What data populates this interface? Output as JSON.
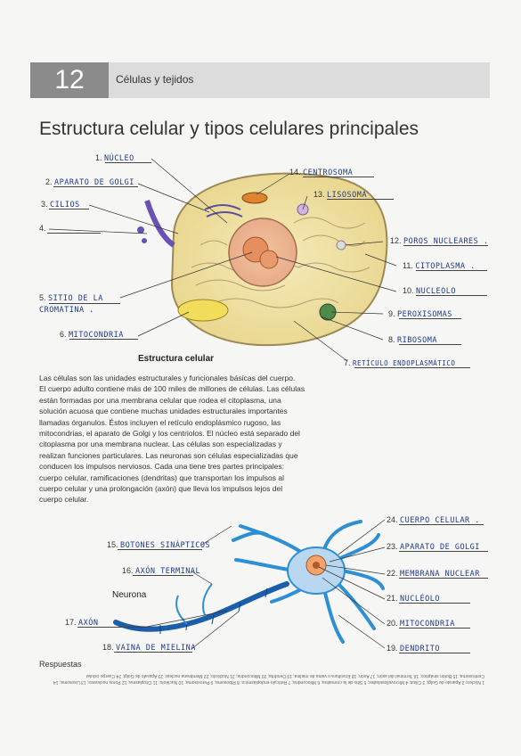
{
  "header": {
    "chapter_number": "12",
    "chapter_title": "Células y tejidos"
  },
  "title": "Estructura celular y tipos celulares principales",
  "cell_diagram": {
    "caption": "Estructura celular",
    "labels": [
      {
        "n": "1.",
        "answer": "NÚCLEO"
      },
      {
        "n": "2.",
        "answer": "APARATO DE GOLGI"
      },
      {
        "n": "3.",
        "answer": "CILIOS"
      },
      {
        "n": "4.",
        "answer": ""
      },
      {
        "n": "5.",
        "answer": "SITIO DE LA CROMATINA ."
      },
      {
        "n": "6.",
        "answer": "MITOCONDRIA"
      },
      {
        "n": "7.",
        "answer": "RETÍCULO ENDOPLASMÁTICO"
      },
      {
        "n": "8.",
        "answer": "RIBOSOMA"
      },
      {
        "n": "9.",
        "answer": "PEROXISOMAS"
      },
      {
        "n": "10.",
        "answer": "NUCLEOLO"
      },
      {
        "n": "11.",
        "answer": "CITOPLASMA ."
      },
      {
        "n": "12.",
        "answer": "POROS NUCLEARES ."
      },
      {
        "n": "13.",
        "answer": "LISOSOMA"
      },
      {
        "n": "14.",
        "answer": "CENTROSOMA"
      }
    ]
  },
  "body_text": {
    "p1": "Las células son las unidades estructurales y funcionales básicas del cuerpo.",
    "p2": "El cuerpo adulto contiene más de 100 miles de millones de células. Las células están formadas por una membrana celular que rodea el citoplasma, una solución acuosa que contiene muchas unidades estructurales importantes llamadas órganulos. Éstos incluyen el retículo endoplásmico rugoso, las mitocondrias, el aparato de Golgi y los centriolos. El núcleo está separado del citoplasma por una membrana nuclear. Las células son especializadas y realizan funciones particulares. Las neuronas son células especializadas que conducen los impulsos nerviosos. Cada una tiene tres partes principales: cuerpo celular, ramificaciones (dendritas) que transportan los impulsos al cuerpo celular y una prolongación (axón) que lleva los impulsos lejos del cuerpo celular."
  },
  "neuron_diagram": {
    "caption": "Neurona",
    "labels": [
      {
        "n": "15.",
        "answer": "BOTONES SINÁPTICOS"
      },
      {
        "n": "16.",
        "answer": "AXÓN TERMINAL"
      },
      {
        "n": "17.",
        "answer": "AXÓN"
      },
      {
        "n": "18.",
        "answer": "VAINA DE MIELINA"
      },
      {
        "n": "19.",
        "answer": "DENDRITO"
      },
      {
        "n": "20.",
        "answer": "MITOCONDRIA"
      },
      {
        "n": "21.",
        "answer": "NUCLÉOLO"
      },
      {
        "n": "22.",
        "answer": "MEMBRANA NUCLEAR"
      },
      {
        "n": "23.",
        "answer": "APARATO DE GOLGI"
      },
      {
        "n": "24.",
        "answer": "CUERPO CELULAR ."
      }
    ]
  },
  "answers": {
    "title": "Respuestas",
    "text": "1 Núcleo; 2 Aparato de Golgi; 3 Cilios; 4 Microvellosidades; 5 Sitio de la cromatina; 6 Mitocondria; 7 Retículo endoplásmico; 8 Ribosoma; 9 Peroxisoma; 10 Nucléolo; 11 Citoplasma; 12 Poros nucleares; 13 Lisosoma; 14 Centrosoma; 15 Botón sináptico; 16 Terminal del axón; 17 Axón; 18 Envoltura o vaina de mielina; 19 Dendrita; 20 Mitocondria; 21 Nucléolo; 22 Membrana nuclear; 23 Aparato de Golgi; 24 Cuerpo celular"
  }
}
